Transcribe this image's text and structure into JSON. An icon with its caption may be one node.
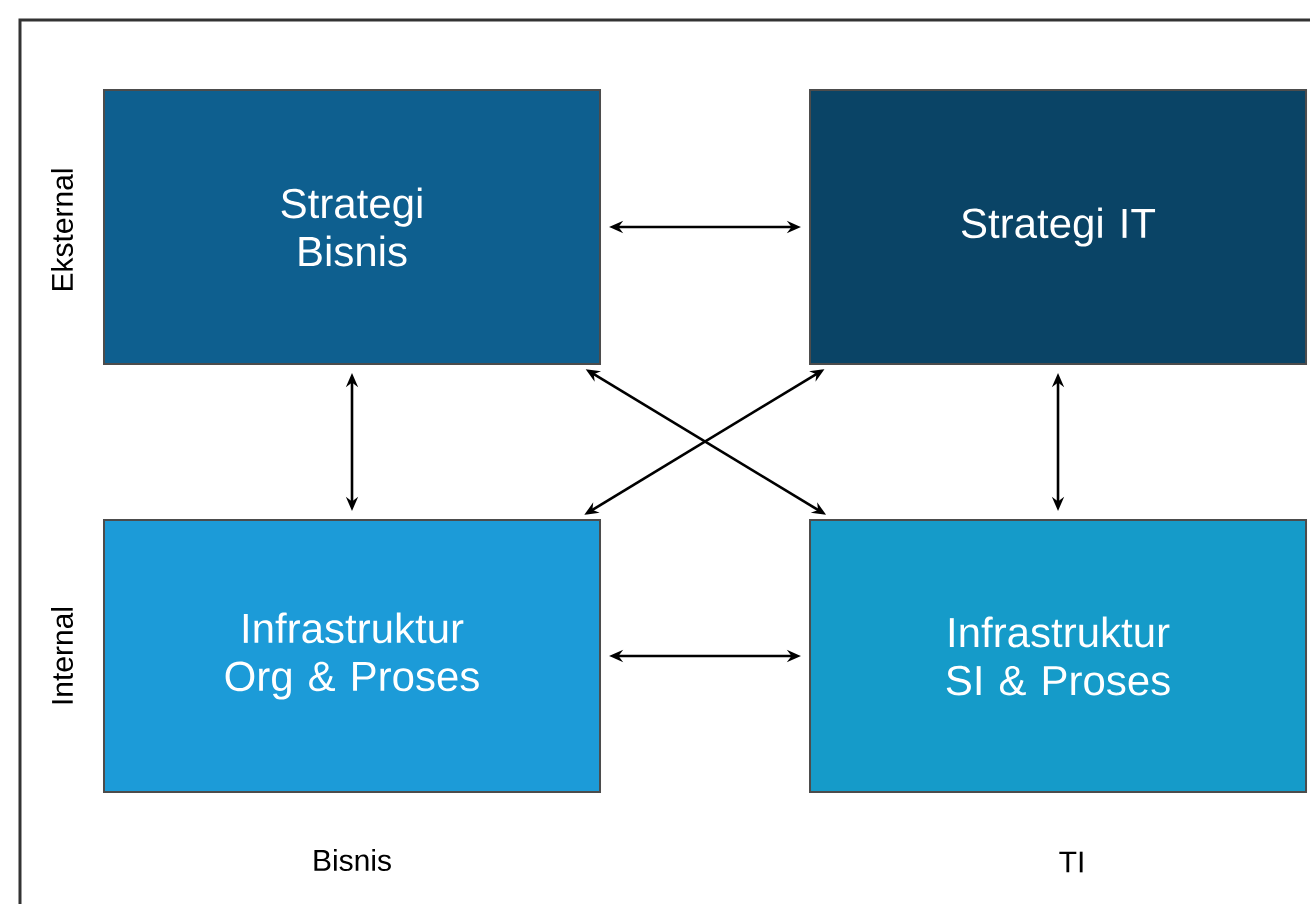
{
  "diagram": {
    "nodes": [
      {
        "text": [
          "Strategi Bisnis"
        ]
      },
      {
        "text": [
          "Strategi IT"
        ]
      },
      {
        "text": [
          "Infrastruktur Org & Proses"
        ]
      },
      {
        "text": [
          "Infrastruktur SI & Proses"
        ]
      }
    ],
    "edges": [
      {
        "from": 0,
        "to": 1,
        "arrow": "both"
      },
      {
        "from": 0,
        "to": 2,
        "arrow": "both"
      },
      {
        "from": 1,
        "to": 3,
        "arrow": "both"
      },
      {
        "from": 0,
        "to": 3,
        "arrow": "both"
      },
      {
        "from": 2,
        "to": 1,
        "arrow": "both"
      },
      {
        "from": 2,
        "to": 3,
        "arrow": "both"
      }
    ],
    "labels": [
      "Eksternal",
      "Internal",
      "Bisnis",
      "TI"
    ]
  }
}
